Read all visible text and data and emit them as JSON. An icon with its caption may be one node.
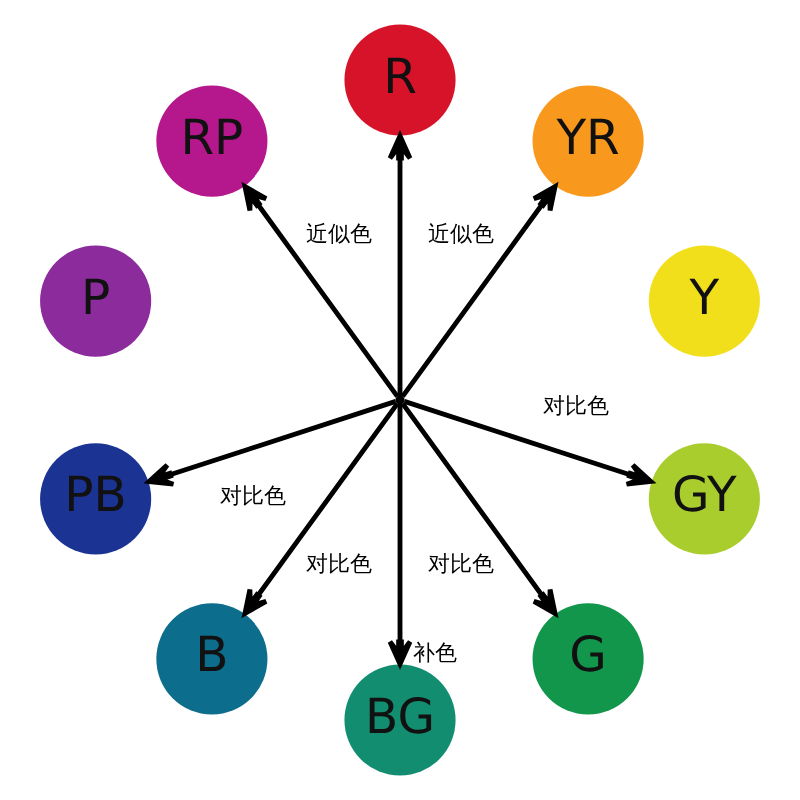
{
  "diagram": {
    "nodes": [
      {
        "text": [
          "R"
        ]
      },
      {
        "text": [
          "RP"
        ]
      },
      {
        "text": [
          "YR"
        ]
      },
      {
        "text": [
          "P"
        ]
      },
      {
        "text": [
          "Y"
        ]
      },
      {
        "text": [],
        "shape": "point"
      },
      {
        "text": [
          "PB"
        ]
      },
      {
        "text": [
          "GY"
        ]
      },
      {
        "text": [
          "B"
        ]
      },
      {
        "text": [
          "G"
        ]
      },
      {
        "text": [
          "BG"
        ]
      }
    ],
    "edges": [
      {
        "from": 5,
        "to": 0,
        "arrow": "to"
      },
      {
        "from": 5,
        "to": 1,
        "arrow": "to",
        "label": "近似色"
      },
      {
        "from": 5,
        "to": 2,
        "arrow": "to",
        "label": "近似色"
      },
      {
        "from": 5,
        "to": 6,
        "arrow": "to",
        "label": "对比色"
      },
      {
        "from": 5,
        "to": 7,
        "arrow": "to",
        "label": "对比色"
      },
      {
        "from": 5,
        "to": 8,
        "arrow": "to",
        "label": "对比色"
      },
      {
        "from": 5,
        "to": 10,
        "arrow": "to",
        "label": "补色"
      },
      {
        "from": 5,
        "to": 9,
        "arrow": "to",
        "label": "对比色"
      }
    ]
  }
}
